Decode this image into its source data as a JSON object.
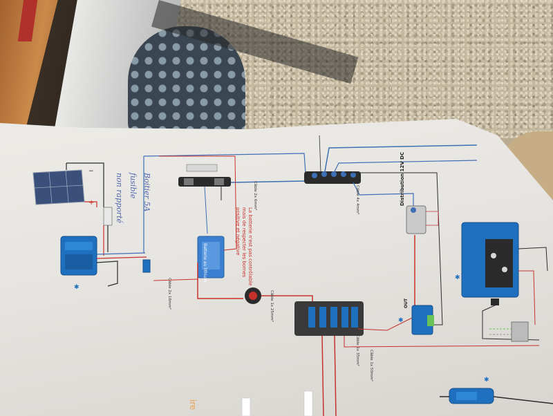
{
  "diagram": {
    "handwriting": "Boitier 5A\nfusible\nnon rapporté",
    "battery_note": "La batterie n'est pas contrôlable\nmais de respecter les bornes\npositive et négative",
    "distribution_label": "Distribution 12V DC",
    "out_label": "OUT",
    "battery_box_label": "Batterie au lithium",
    "corner_title": "ire",
    "wire_labels": [
      "Câble 2x 6mm²",
      "Câble 4x 4mm²",
      "Câble 2x 16mm²",
      "Câble 1x 25mm²",
      "Câble 1x 35mm²",
      "Câble 1x 50mm²"
    ],
    "colors": {
      "positive_wire": "#c8312b",
      "negative_wire": "#2b2b2b",
      "blue_wire": "#3f6fb5",
      "victron_blue": "#1f6fbf"
    },
    "icons": [
      "solar-panel-icon",
      "charge-controller-icon",
      "busbar-icon",
      "battery-switch-icon",
      "fuse-block-icon",
      "inverter-charger-icon",
      "bluetooth-icon",
      "battery-charger-icon"
    ]
  }
}
